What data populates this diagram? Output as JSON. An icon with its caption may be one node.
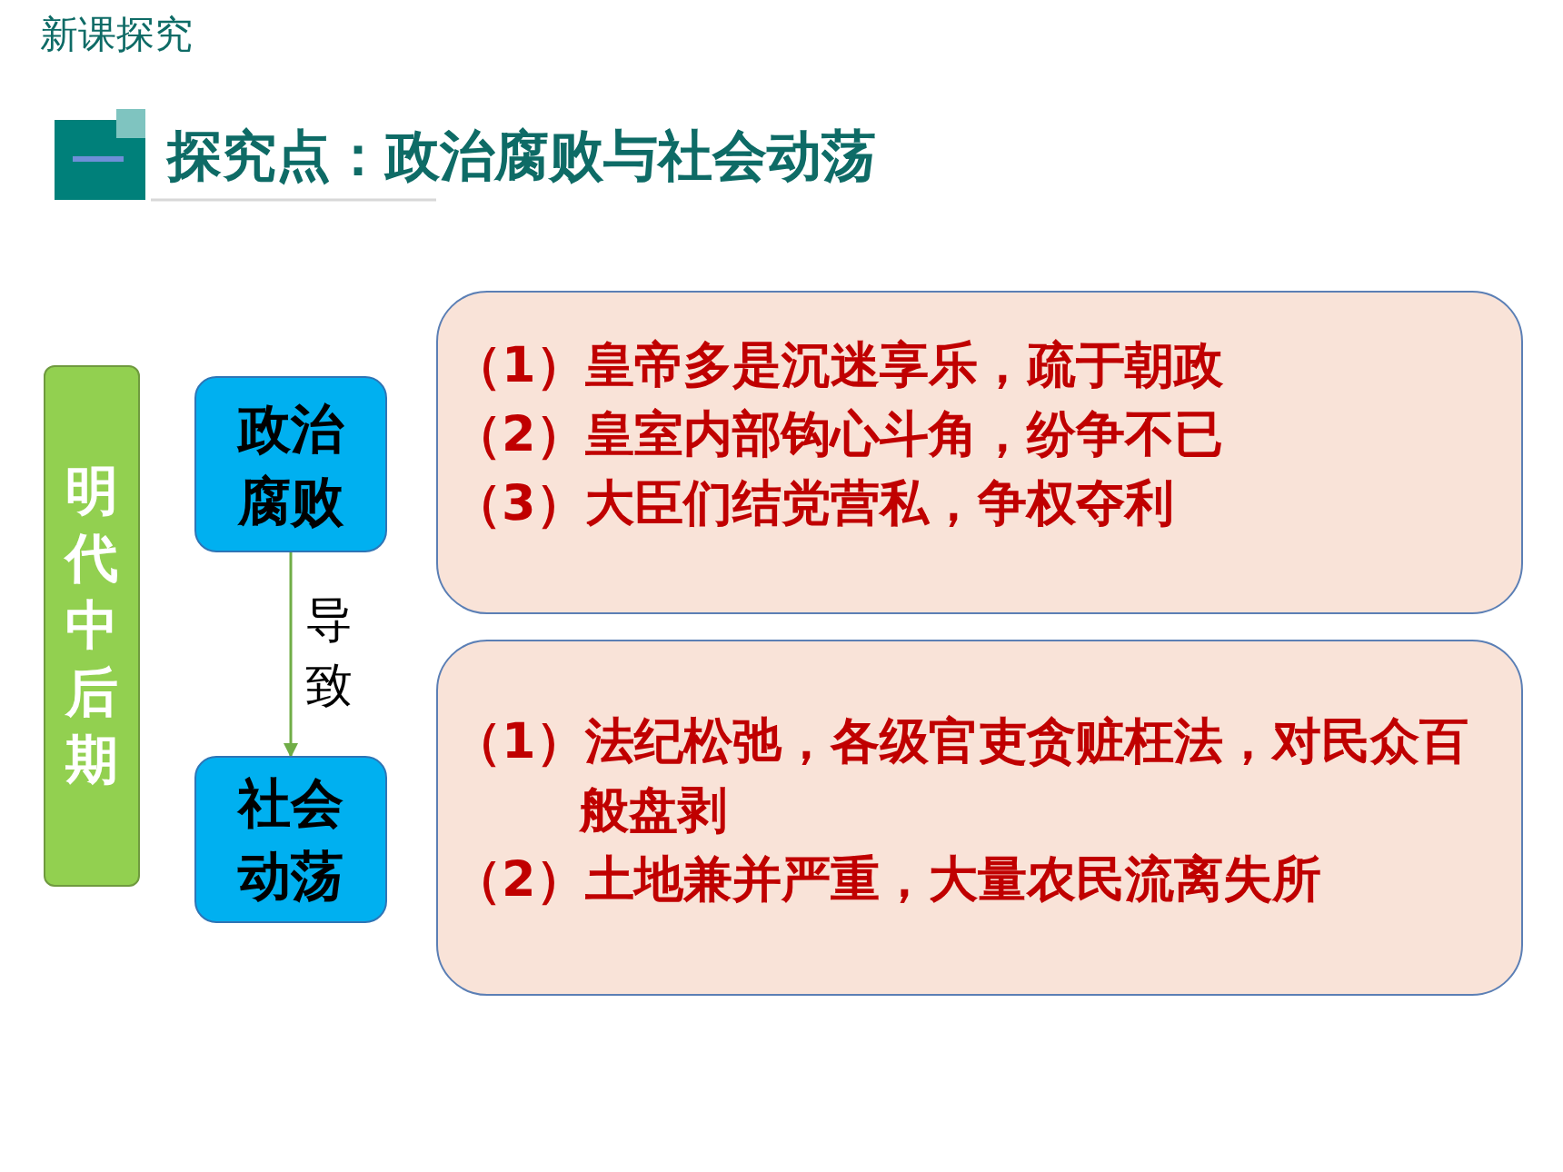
{
  "diagram": {
    "title": "探究点：政治腐败与社会动荡",
    "nodes": [
      {
        "text": [
          "明代中后期"
        ]
      },
      {
        "text": [
          "政治腐败"
        ]
      },
      {
        "text": [
          "社会动荡"
        ]
      },
      {
        "text": [
          "（1）皇帝多是沉迷享乐，疏于朝政",
          "（2）皇室内部钩心斗角，纷争不已",
          "（3）大臣们结党营私，争权夺利"
        ]
      },
      {
        "text": [
          "（1）法纪松弛，各级官吏贪赃枉法，对民众百般盘剥",
          "（2）土地兼并严重，大量农民流离失所"
        ]
      }
    ],
    "edges": [
      {
        "from": 1,
        "to": 2,
        "arrow": "to",
        "label": "导致",
        "color": "#70ad47"
      }
    ],
    "labels": [
      "新课探究"
    ]
  }
}
